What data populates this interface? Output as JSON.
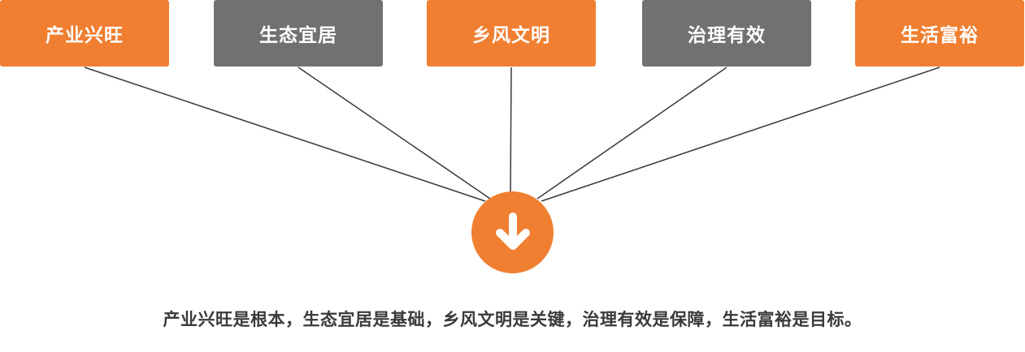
{
  "colors": {
    "orange": "#F07F32",
    "gray": "#717171",
    "line": "#3a3a3a",
    "text": "#3a3a3a"
  },
  "boxes": [
    {
      "label": "产业兴旺",
      "color": "orange"
    },
    {
      "label": "生态宜居",
      "color": "gray"
    },
    {
      "label": "乡风文明",
      "color": "orange"
    },
    {
      "label": "治理有效",
      "color": "gray"
    },
    {
      "label": "生活富裕",
      "color": "orange"
    }
  ],
  "center_icon": "arrow-down-icon",
  "summary": "产业兴旺是根本，生态宜居是基础，乡风文明是关键，治理有效是保障，生活富裕是目标。"
}
